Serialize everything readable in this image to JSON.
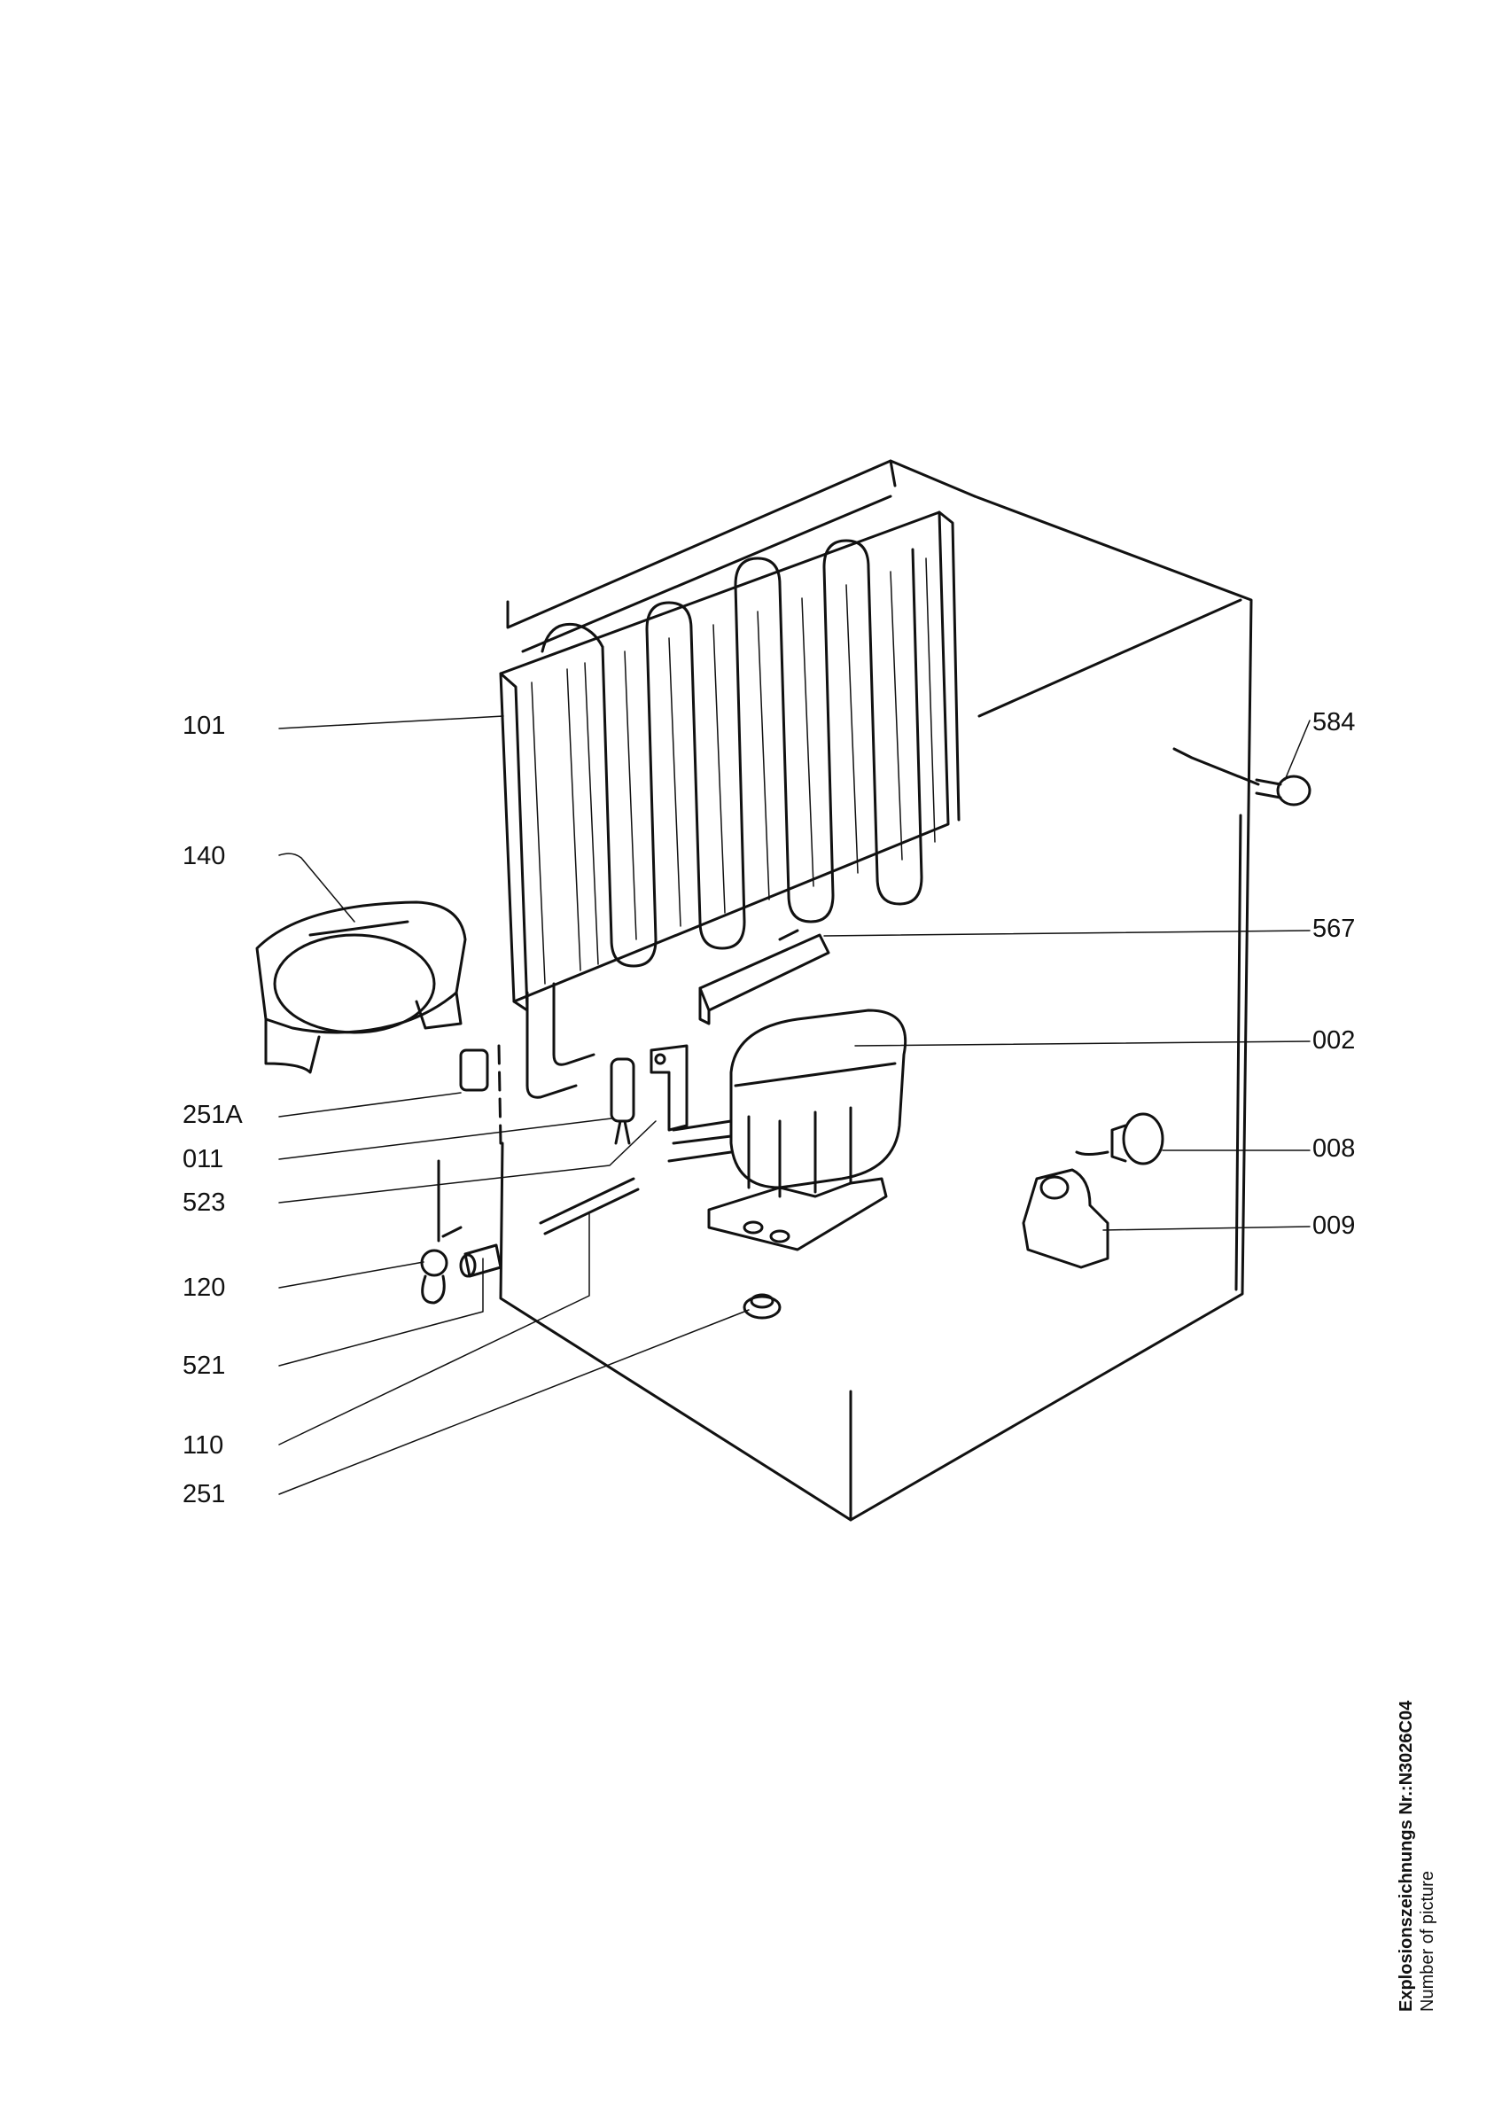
{
  "labels": {
    "p101": "101",
    "p140": "140",
    "p251A": "251A",
    "p011": "011",
    "p523": "523",
    "p120": "120",
    "p521": "521",
    "p110": "110",
    "p251": "251",
    "p584": "584",
    "p567": "567",
    "p002": "002",
    "p008": "008",
    "p009": "009"
  },
  "caption": {
    "line1": "Explosionszeichnungs Nr.:N3026C04",
    "line2": "Number of picture"
  }
}
